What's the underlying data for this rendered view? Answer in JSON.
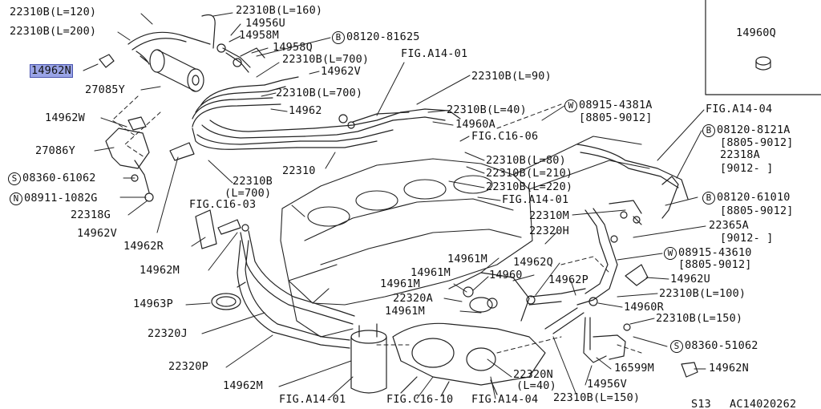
{
  "diagram": {
    "highlight_color": "#9aa4e6",
    "line_color": "#222222",
    "labels": {
      "l01": "22310B(L=120)",
      "l02": "22310B(L=160)",
      "l03": "14956U",
      "l04": "22310B(L=200)",
      "l05": "14958M",
      "l06": "08120-81625",
      "l07": "14958Q",
      "l08": "FIG.A14-01",
      "l09": "22310B(L=700)",
      "l10": "14962N",
      "l11": "14962V",
      "l12": "27085Y",
      "l13": "22310B(L=90)",
      "l14": "22310B(L=700)",
      "l15": "14962",
      "l16": "22310B(L=40)",
      "l17": "14962W",
      "l18": "08915-4381A",
      "l19": "FIG.A14-04",
      "l20": "[8805-9012]",
      "l21": "14960A",
      "l22": "08120-8121A",
      "l23": "FIG.C16-06",
      "l24": "[8805-9012]",
      "l25": "27086Y",
      "l26": "22318A",
      "l27": "22310B(L=80)",
      "l28": "[9012-      ]",
      "l29": "22310",
      "l30": "22310B(L=210)",
      "l31": "08360-61062",
      "l32": "22310B",
      "l33": "22310B(L=220)",
      "l34": "(L=700)",
      "l35": "08911-1082G",
      "l36": "FIG.A14-01",
      "l37": "08120-61010",
      "l38": "FIG.C16-03",
      "l39": "[8805-9012]",
      "l40": "22318G",
      "l41": "22310M",
      "l42": "22365A",
      "l43": "14962V",
      "l44": "22320H",
      "l45": "[9012-      ]",
      "l46": "14962R",
      "l47": "08915-43610",
      "l48": "14961M",
      "l49": "14962Q",
      "l50": "[8805-9012]",
      "l51": "14962M",
      "l52": "14961M",
      "l53": "14960",
      "l54": "14962U",
      "l55": "14961M",
      "l56": "14962P",
      "l57": "22320A",
      "l58": "22310B(L=100)",
      "l59": "14963P",
      "l60": "14961M",
      "l61": "14960R",
      "l62": "22310B(L=150)",
      "l63": "22320J",
      "l64": "08360-51062",
      "l65": "22320P",
      "l66": "16599M",
      "l67": "14962N",
      "l68": "22320N",
      "l69": "14956V",
      "l70": "14962M",
      "l71": "(L=40)",
      "l72": "FIG.A14-01",
      "l73": "FIG.C16-10",
      "l74": "FIG.A14-04",
      "l75": "22310B(L=150)",
      "l76": "S13",
      "l77": "AC14020262",
      "l78": "14960Q"
    },
    "symbols": {
      "bolt_b": "B",
      "washer_w": "W",
      "screw_s": "S",
      "nut_n": "N"
    }
  }
}
